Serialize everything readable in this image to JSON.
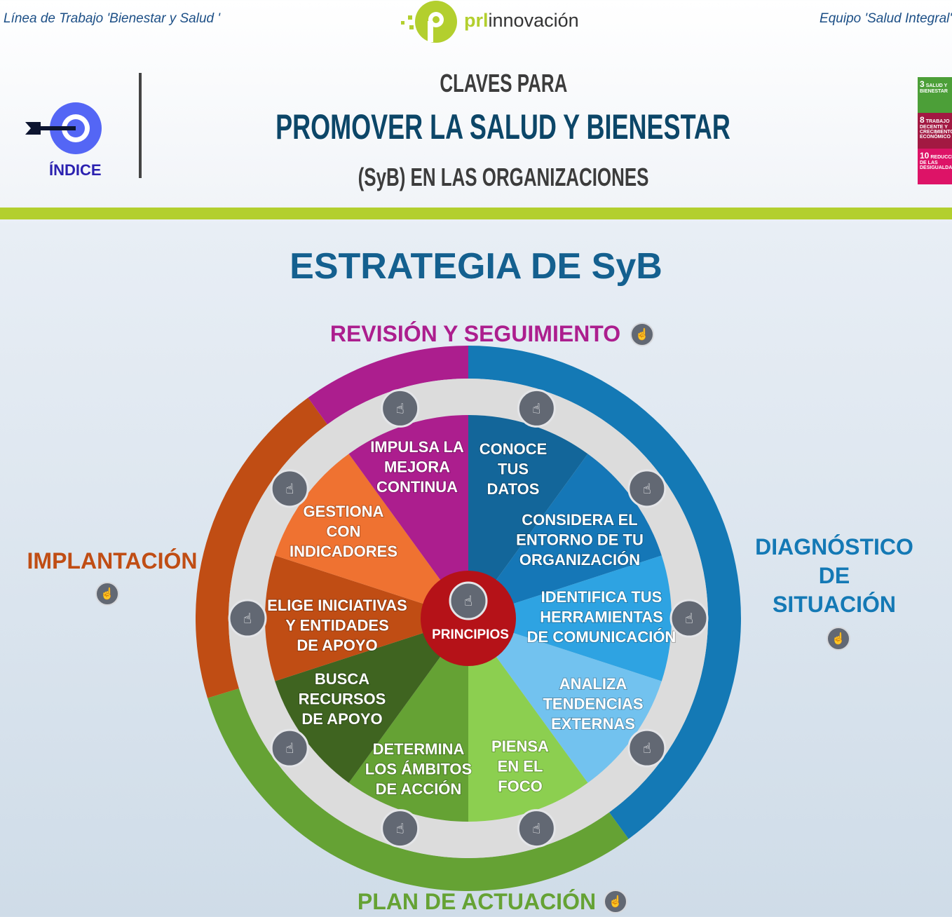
{
  "header": {
    "left_note": "Línea de Trabajo 'Bienestar y Salud '",
    "right_note": "Equipo 'Salud Integral'",
    "logo_text_prl": "prl",
    "logo_text_rest": "innovación",
    "claves": "CLAVES PARA",
    "title": "PROMOVER LA SALUD Y BIENESTAR",
    "subtitle": "(SyB) EN LAS ORGANIZACIONES",
    "index_label": "ÍNDICE"
  },
  "sdg": [
    {
      "number": "3",
      "label": "SALUD Y BIENESTAR",
      "color": "#4c9f38"
    },
    {
      "number": "8",
      "label": "TRABAJO DECENTE Y CRECIMIENTO ECONÓMICO",
      "color": "#a21942"
    },
    {
      "number": "10",
      "label": "REDUCCIÓN DE LAS DESIGUALDADES",
      "color": "#dd1367"
    }
  ],
  "strategy_title": "ESTRATEGIA DE SyB",
  "phases": {
    "revision": {
      "label": "REVISIÓN Y SEGUIMIENTO",
      "color": "#ac1e8e"
    },
    "diagnostico": {
      "line1": "DIAGNÓSTICO",
      "line2": "DE",
      "line3": "SITUACIÓN",
      "color": "#1479b5"
    },
    "plan": {
      "label": "PLAN DE ACTUACIÓN",
      "color": "#65a234"
    },
    "implantacion": {
      "label": "IMPLANTACIÓN",
      "color": "#c04d14"
    }
  },
  "center_label": "PRINCIPIOS",
  "slices": [
    {
      "lines": [
        "CONOCE",
        "TUS",
        "DATOS"
      ],
      "color": "#13669a"
    },
    {
      "lines": [
        "CONSIDERA EL",
        "ENTORNO DE TU",
        "ORGANIZACIÓN"
      ],
      "color": "#1577b7"
    },
    {
      "lines": [
        "IDENTIFICA TUS",
        "HERRAMIENTAS",
        "DE COMUNICACIÓN"
      ],
      "color": "#2ea3e2"
    },
    {
      "lines": [
        "ANALIZA",
        "TENDENCIAS",
        "EXTERNAS"
      ],
      "color": "#72c2ef"
    },
    {
      "lines": [
        "PIENSA",
        "EN EL",
        "FOCO"
      ],
      "color": "#8ccf50"
    },
    {
      "lines": [
        "DETERMINA",
        "LOS ÁMBITOS",
        "DE ACCIÓN"
      ],
      "color": "#65a234"
    },
    {
      "lines": [
        "BUSCA",
        "RECURSOS",
        "DE APOYO"
      ],
      "color": "#3f6420"
    },
    {
      "lines": [
        "ELIGE INICIATIVAS",
        "Y ENTIDADES",
        "DE APOYO"
      ],
      "color": "#c04d14"
    },
    {
      "lines": [
        "GESTIONA",
        "CON",
        "INDICADORES"
      ],
      "color": "#ef7231"
    },
    {
      "lines": [
        "IMPULSA LA",
        "MEJORA",
        "CONTINUA"
      ],
      "color": "#ac1e8e"
    }
  ],
  "outer_ring": [
    {
      "phase": "diagnostico",
      "color": "#1479b5"
    },
    {
      "phase": "plan",
      "color": "#65a234"
    },
    {
      "phase": "implantacion",
      "color": "#c04d14"
    },
    {
      "phase": "revision",
      "color": "#ac1e8e"
    }
  ],
  "icons": {
    "hand": "☝"
  }
}
